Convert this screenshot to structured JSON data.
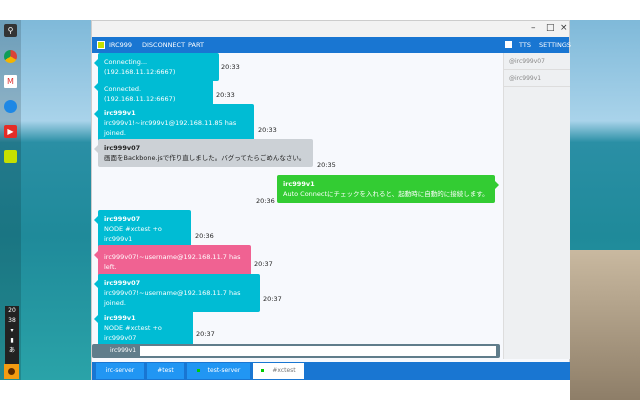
{
  "colors": {
    "toolbar": "#1976d2",
    "system_msg": "#00bcd4",
    "other_msg": "#ccd1d6",
    "own_msg": "#33cc33",
    "part_msg": "#f06292"
  },
  "shelf": {
    "icons": [
      "search-icon",
      "chrome-icon",
      "gmail-icon",
      "files-icon",
      "youtube-icon",
      "irc999-icon"
    ],
    "clock_hour": "20",
    "clock_min": "38",
    "ime": "あ"
  },
  "toolbar": {
    "app": "IRC999",
    "disconnect": "DISCONNECT",
    "part": "PART",
    "tts": "TTS",
    "settings": "SETTINGS"
  },
  "users": [
    "@irc999v07",
    "@irc999v1"
  ],
  "messages": [
    {
      "text": "Connecting... (192.168.11.12:6667)",
      "time": "20:33"
    },
    {
      "text": "Connected. (192.168.11.12:6667)",
      "time": "20:33"
    },
    {
      "nick": "irc999v1",
      "text": "irc999v1!~irc999v1@192.168.11.85 has joined.",
      "time": "20:33"
    },
    {
      "nick": "irc999v07",
      "text": "画面をBackbone.jsで作り直しました。バグってたらごめんなさい。",
      "time": "20:35"
    },
    {
      "nick": "irc999v1",
      "text": "Auto Connectにチェックを入れると、起動時に自動的に接続します。",
      "time": "20:36"
    },
    {
      "nick": "irc999v07",
      "text": "NODE #xctest +o irc999v1",
      "time": "20:36"
    },
    {
      "text": "irc999v07!~username@192.168.11.7 has left.",
      "time": "20:37"
    },
    {
      "nick": "irc999v07",
      "text": "irc999v07!~username@192.168.11.7 has joined.",
      "time": "20:37"
    },
    {
      "nick": "irc999v1",
      "text": "NODE #xctest +o irc999v07",
      "time": "20:37"
    }
  ],
  "input": {
    "nick": "irc999v1",
    "value": ""
  },
  "tabs": [
    "irc-server",
    "#test",
    "test-server",
    "#xctest"
  ]
}
